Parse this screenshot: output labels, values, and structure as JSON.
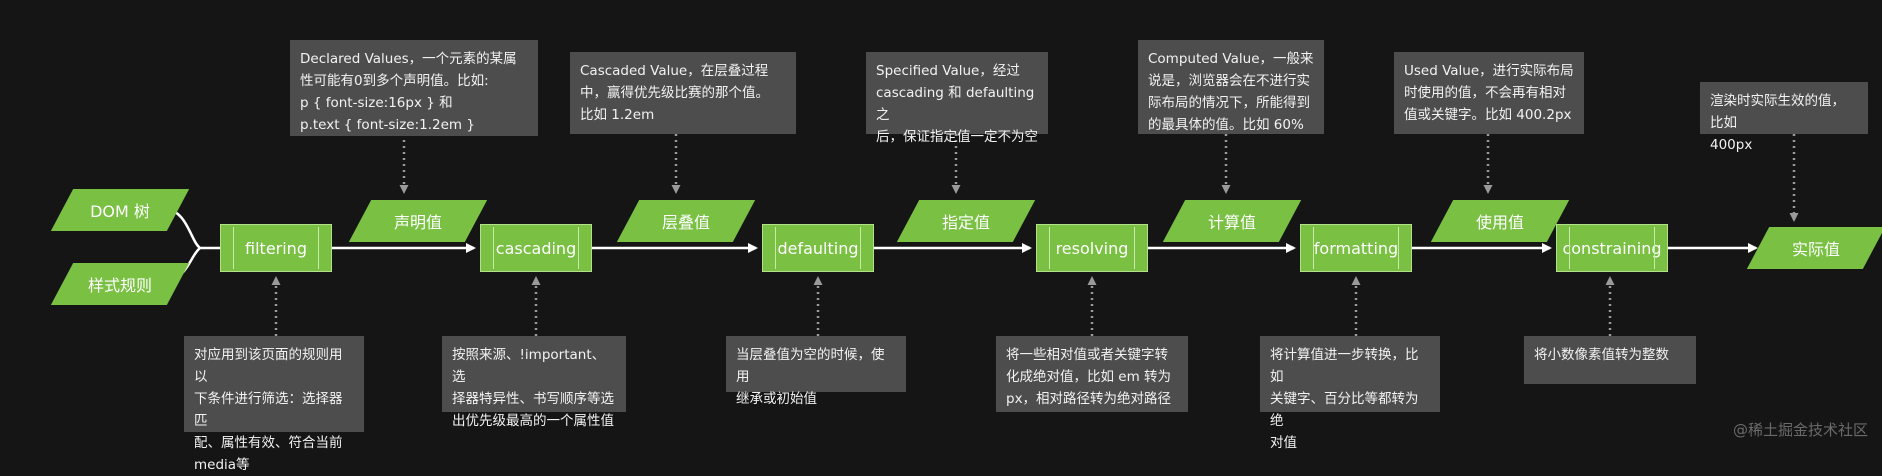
{
  "inputs": [
    "DOM 树",
    "样式规则"
  ],
  "processes": [
    "filtering",
    "cascading",
    "defaulting",
    "resolving",
    "formatting",
    "constraining"
  ],
  "values": [
    "声明值",
    "层叠值",
    "指定值",
    "计算值",
    "使用值",
    "实际值"
  ],
  "top_notes": [
    "Declared Values，一个元素的某属\n性可能有0到多个声明值。比如:\np { font-size:16px } 和\np.text { font-size:1.2em }",
    "Cascaded Value，在层叠过程\n中，赢得优先级比赛的那个值。\n比如 1.2em",
    "Specified Value，经过\ncascading 和 defaulting 之\n后，保证指定值一定不为空",
    "Computed Value，一般来\n说是，浏览器会在不进行实\n际布局的情况下，所能得到\n的最具体的值。比如 60%",
    "Used Value，进行实际布局\n时使用的值，不会再有相对\n值或关键字。比如 400.2px",
    "渲染时实际生效的值，比如\n400px"
  ],
  "bottom_notes": [
    "对应用到该页面的规则用以\n下条件进行筛选：选择器匹\n配、属性有效、符合当前\nmedia等",
    "按照来源、!important、选\n择器特异性、书写顺序等选\n出优先级最高的一个属性值",
    "当层叠值为空的时候，使用\n继承或初始值",
    "将一些相对值或者关键字转\n化成绝对值，比如 em 转为\npx，相对路径转为绝对路径",
    "将计算值进一步转换，比如\n关键字、百分比等都转为绝\n对值",
    "将小数像素值转为整数"
  ],
  "watermark": "@稀土掘金技术社区"
}
